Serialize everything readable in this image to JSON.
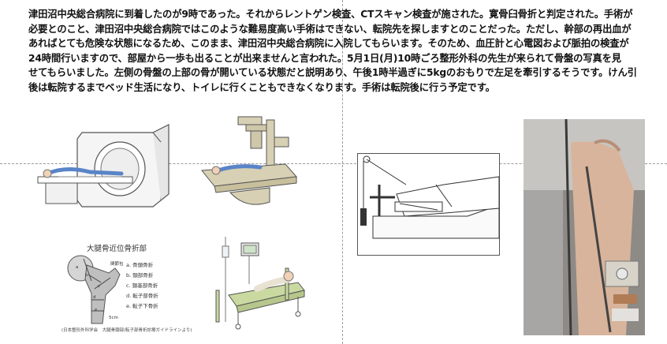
{
  "paragraph": {
    "lines": [
      "津田沼中央総合病院に到着したのが9時であった。それからレントゲン検査、CTスキャン検査が施された。寛骨臼骨折と判定された。手術が",
      "必要とのこと、津田沼中央総合病院ではこのような難易度高い手術はできない、転院先を探しますとのことだった。ただし、幹部の再出血が",
      "あればとても危険な状態になるため、このまま、津田沼中央総合病院に入院してもらいます。そのため、血圧計と心電図および脈拍の検査が",
      "24時間行いますので、部屋から一歩も出ることが出来ませんと言われた。5月1日(月)10時ごろ整形外科の先生が来られて骨盤の写真を見",
      "せてもらいました。左側の骨盤の上部の骨が開いている状態だと説明あり、午後1時半過ぎに5kgのおもりで左足を牽引するそうです。けん引",
      "後は転院するまでベッド生活になり、トイレに行くこともできなくなります。手術は転院後に行う予定です。"
    ]
  },
  "fracture_diagram": {
    "title": "大腿骨近位骨折部",
    "items": [
      "a. 骨頭骨折",
      "b. 頸部骨折",
      "c. 頸基部骨折",
      "d. 転子部骨折",
      "e. 転子下骨折"
    ],
    "note": "(日本整形外科学会　大腿骨頸部/転子部骨折診療ガイドラインより)",
    "tags": {
      "a": "a",
      "b": "b",
      "c": "c",
      "d": "d",
      "e": "e",
      "left": "関節包",
      "bottom": "5cm"
    }
  },
  "icons": {
    "ct": "ct-scanner-illustration-icon",
    "xray": "xray-machine-illustration-icon",
    "bed": "hospital-bed-monitor-illustration-icon",
    "traction": "leg-traction-diagram-icon",
    "photo": "traction-photo-icon"
  },
  "colors": {
    "text": "#111111",
    "guide": "#9a9a9a",
    "line_art": "#555555",
    "bed_green": "#c9d9a0",
    "photo_bg": "#8e8a86"
  }
}
